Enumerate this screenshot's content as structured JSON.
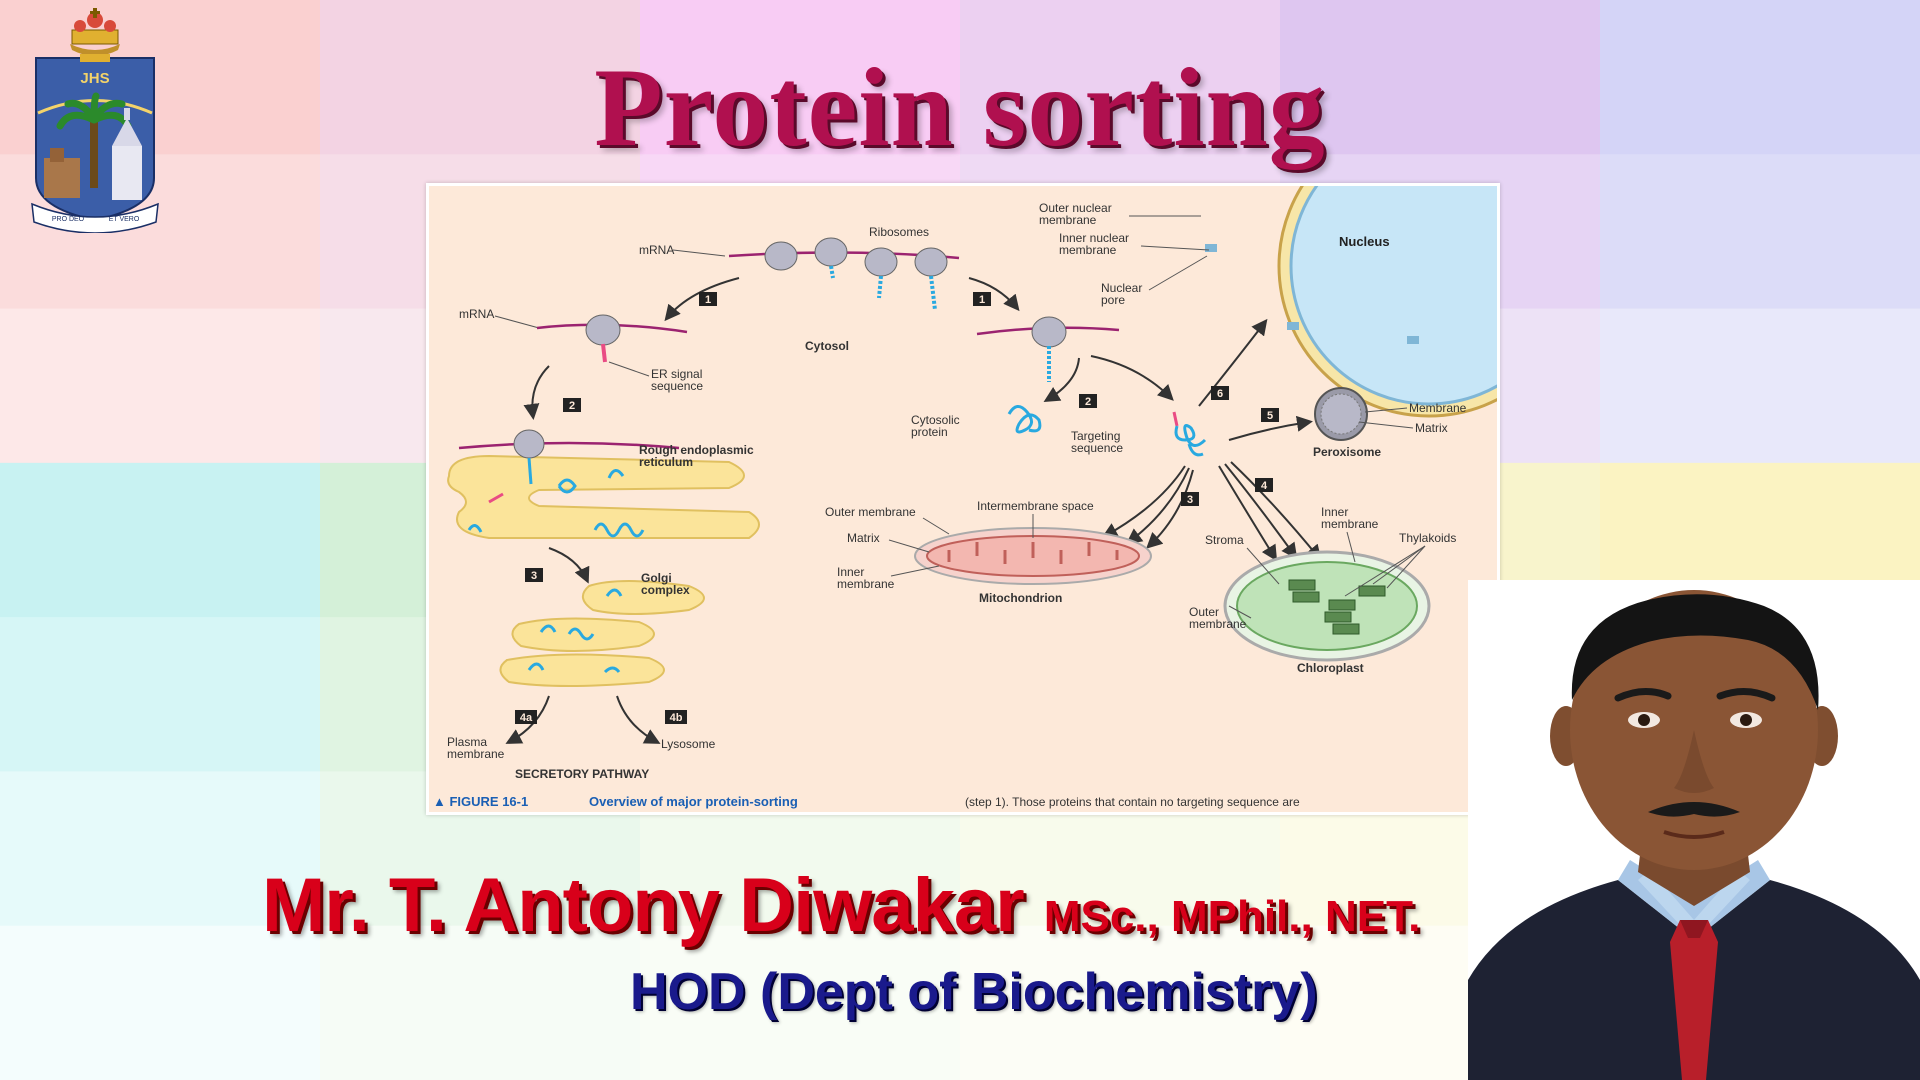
{
  "slide": {
    "title": "Protein sorting",
    "speaker_name": "Mr. T. Antony Diwakar",
    "speaker_quals": "MSc., MPhil., NET.",
    "speaker_role": "HOD (Dept of Biochemistry)"
  },
  "logo": {
    "monogram": "JHS",
    "banner_left": "PRO DEO",
    "banner_right": "ET VERO"
  },
  "figure": {
    "caption_label": "▲ FIGURE 16-1",
    "caption_title": "Overview of major protein-sorting",
    "caption_right": "(step 1). Those proteins that contain no targeting sequence are",
    "labels": {
      "mrna_top": "mRNA",
      "ribosomes": "Ribosomes",
      "mrna_left": "mRNA",
      "cytosol": "Cytosol",
      "er_signal_1": "ER signal",
      "er_signal_2": "sequence",
      "rough_er_1": "Rough endoplasmic",
      "rough_er_2": "reticulum",
      "golgi_1": "Golgi",
      "golgi_2": "complex",
      "plasma_1": "Plasma",
      "plasma_2": "membrane",
      "lysosome": "Lysosome",
      "secretory": "SECRETORY PATHWAY",
      "outer_nuclear_1": "Outer nuclear",
      "outer_nuclear_2": "membrane",
      "inner_nuclear_1": "Inner nuclear",
      "inner_nuclear_2": "membrane",
      "nuclear_pore_1": "Nuclear",
      "nuclear_pore_2": "pore",
      "nucleus": "Nucleus",
      "cytosolic_1": "Cytosolic",
      "cytosolic_2": "protein",
      "targeting_1": "Targeting",
      "targeting_2": "sequence",
      "membrane": "Membrane",
      "matrix_perox": "Matrix",
      "peroxisome": "Peroxisome",
      "outer_membrane_mito": "Outer membrane",
      "intermembrane": "Intermembrane space",
      "matrix_mito": "Matrix",
      "inner_mito_1": "Inner",
      "inner_mito_2": "membrane",
      "mitochondrion": "Mitochondrion",
      "inner_chloro_1": "Inner",
      "inner_chloro_2": "membrane",
      "thylakoids": "Thylakoids",
      "stroma": "Stroma",
      "outer_chloro_1": "Outer",
      "outer_chloro_2": "membrane",
      "chloroplast": "Chloroplast"
    },
    "steps": {
      "s1a": "1",
      "s1b": "1",
      "s2a": "2",
      "s2b": "2",
      "s3a": "3",
      "s3b": "3",
      "s4": "4",
      "s4a": "4a",
      "s4b": "4b",
      "s5": "5",
      "s6": "6"
    }
  },
  "colors": {
    "title": "#b0104f",
    "name": "#d8001a",
    "role": "#1a1a8c",
    "figure_bg": "#fde9d9",
    "er": "#fbe49a",
    "nucleus": "#c7e6f7",
    "mitochondrion": "#f3b7b0",
    "chloroplast": "#bfe3b8",
    "protein": "#29a9e0",
    "mrna": "#9b2370"
  }
}
